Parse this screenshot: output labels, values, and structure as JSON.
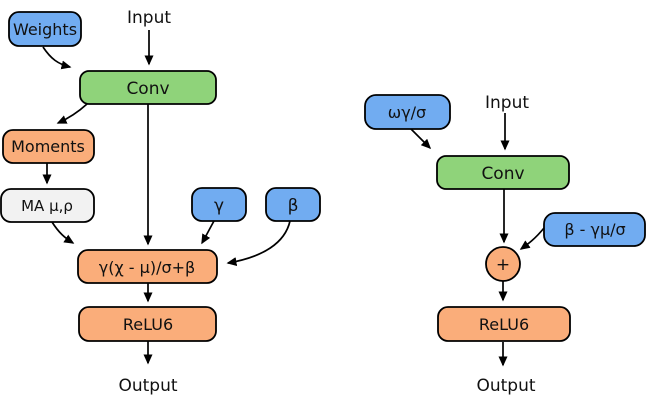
{
  "colors": {
    "blue": "#71ACF1",
    "green": "#8FD37A",
    "orange": "#FAAD7A",
    "gray": "#F2F2F2",
    "line": "#000000"
  },
  "left_graph": {
    "input_label": "Input",
    "weights": "Weights",
    "conv": "Conv",
    "moments": "Moments",
    "moving_average": "MA μ,ρ",
    "gamma": "γ",
    "beta": "β",
    "batchnorm_formula": "γ(χ - μ)/σ+β",
    "relu6": "ReLU6",
    "output_label": "Output"
  },
  "right_graph": {
    "folded_weights": "ωγ/σ",
    "input_label": "Input",
    "conv": "Conv",
    "folded_bias": "β - γμ/σ",
    "add": "+",
    "relu6": "ReLU6",
    "output_label": "Output"
  }
}
